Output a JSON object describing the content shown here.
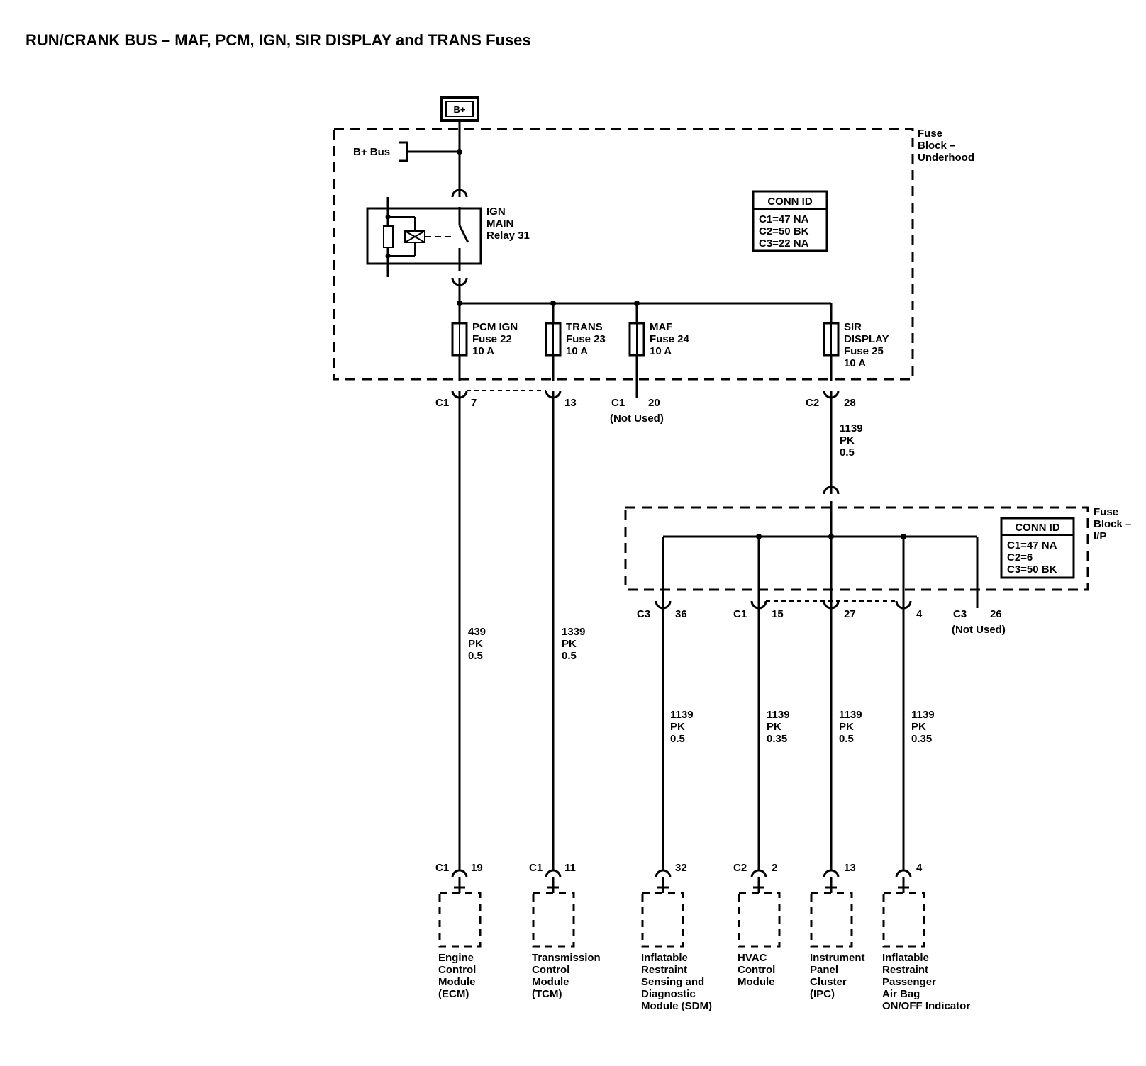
{
  "title": "RUN/CRANK BUS – MAF, PCM, IGN, SIR DISPLAY and TRANS Fuses",
  "source": "B+",
  "b_plus_bus": "B+ Bus",
  "underhood": {
    "name": [
      "Fuse",
      "Block –",
      "Underhood"
    ],
    "conn_id": {
      "header": "CONN ID",
      "lines": [
        "C1=47 NA",
        "C2=50 BK",
        "C3=22 NA"
      ]
    },
    "relay": [
      "IGN",
      "MAIN",
      "Relay 31"
    ],
    "fuses": [
      {
        "lines": [
          "PCM IGN",
          "Fuse 22",
          "10 A"
        ],
        "connector": "C1",
        "pin": "7"
      },
      {
        "lines": [
          "TRANS",
          "Fuse 23",
          "10 A"
        ],
        "connector": "",
        "pin": "13"
      },
      {
        "lines": [
          "MAF",
          "Fuse 24",
          "10 A"
        ],
        "connector": "C1",
        "pin": "20",
        "note": "(Not Used)"
      },
      {
        "lines": [
          "SIR",
          "DISPLAY",
          "Fuse 25",
          "10 A"
        ],
        "connector": "C2",
        "pin": "28"
      }
    ]
  },
  "feed_wire": [
    "1139",
    "PK",
    "0.5"
  ],
  "ip_block": {
    "name": [
      "Fuse",
      "Block –",
      "I/P"
    ],
    "conn_id": {
      "header": "CONN ID",
      "lines": [
        "C1=47 NA",
        "C2=6",
        "C3=50 BK"
      ]
    },
    "pins": [
      {
        "connector": "C3",
        "pin": "36"
      },
      {
        "connector": "C1",
        "pin": "15"
      },
      {
        "connector": "",
        "pin": "27"
      },
      {
        "connector": "",
        "pin": "4"
      },
      {
        "connector": "C3",
        "pin": "26",
        "note": "(Not Used)"
      }
    ]
  },
  "circuits": [
    {
      "wire": [
        "439",
        "PK",
        "0.5"
      ],
      "connector": "C1",
      "pin": "19",
      "module": [
        "Engine",
        "Control",
        "Module",
        "(ECM)"
      ]
    },
    {
      "wire": [
        "1339",
        "PK",
        "0.5"
      ],
      "connector": "C1",
      "pin": "11",
      "module": [
        "Transmission",
        "Control",
        "Module",
        "(TCM)"
      ]
    },
    {
      "wire": [
        "1139",
        "PK",
        "0.5"
      ],
      "connector": "",
      "pin": "32",
      "module": [
        "Inflatable",
        "Restraint",
        "Sensing and",
        "Diagnostic",
        "Module (SDM)"
      ]
    },
    {
      "wire": [
        "1139",
        "PK",
        "0.35"
      ],
      "connector": "C2",
      "pin": "2",
      "module": [
        "HVAC",
        "Control",
        "Module"
      ]
    },
    {
      "wire": [
        "1139",
        "PK",
        "0.5"
      ],
      "connector": "",
      "pin": "13",
      "module": [
        "Instrument",
        "Panel",
        "Cluster",
        "(IPC)"
      ]
    },
    {
      "wire": [
        "1139",
        "PK",
        "0.35"
      ],
      "connector": "",
      "pin": "4",
      "module": [
        "Inflatable",
        "Restraint",
        "Passenger",
        "Air Bag",
        "ON/OFF Indicator"
      ]
    }
  ]
}
